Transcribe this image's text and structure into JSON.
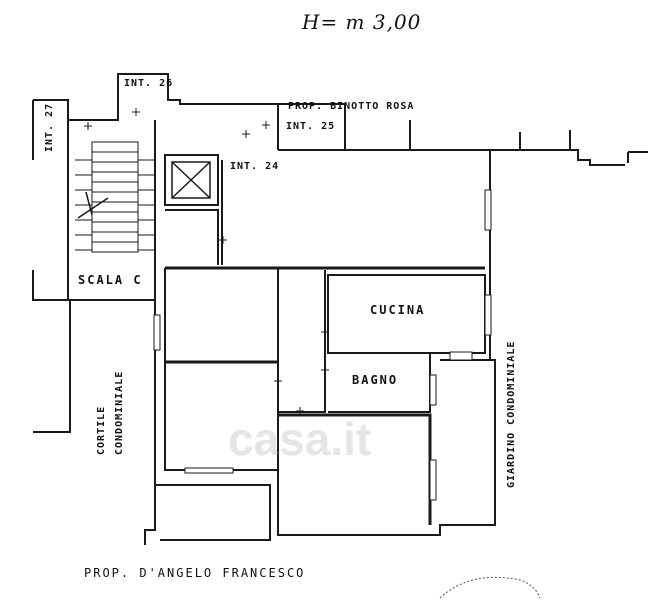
{
  "header": {
    "height_label": "H= m 3,00"
  },
  "labels": {
    "int26": "INT. 26",
    "int27": "INT. 27",
    "int25": "INT. 25",
    "int24": "INT. 24",
    "prop_binotto": "PROP. BINOTTO ROSA",
    "scala": "SCALA C",
    "cucina": "CUCINA",
    "bagno": "BAGNO",
    "cortile_1": "CORTILE",
    "cortile_2": "CONDOMINIALE",
    "giardino": "GIARDINO CONDOMINIALE",
    "prop_dangelo": "PROP. D'ANGELO FRANCESCO"
  },
  "watermark": {
    "text": "casa.it"
  },
  "colors": {
    "line": "#1a1a1a",
    "background": "#ffffff",
    "watermark": "#969696"
  }
}
